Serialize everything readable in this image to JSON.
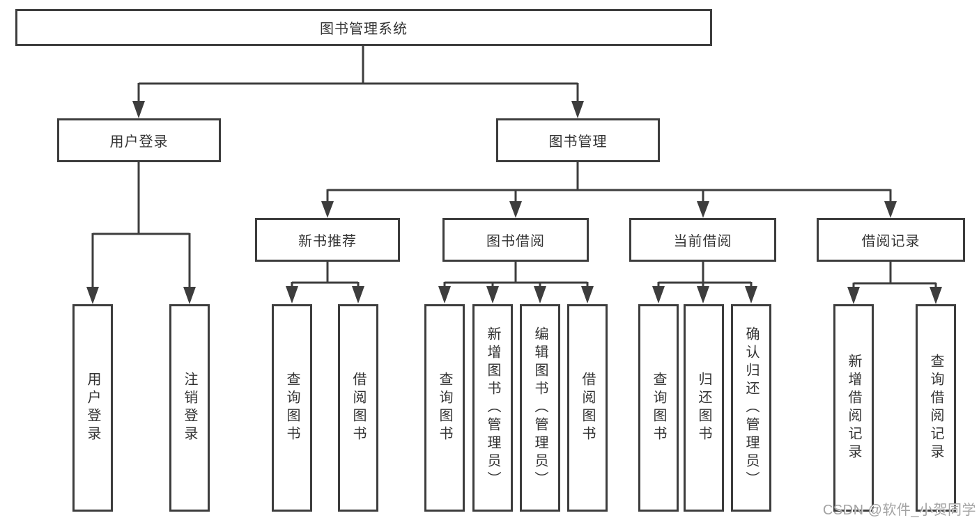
{
  "colors": {
    "background": "#ffffff",
    "line": "#3d3d3d",
    "box_border": "#3d3d3d",
    "text": "#333333",
    "watermark": "#a3a3a3"
  },
  "diagram": {
    "root": {
      "label": "图书管理系统"
    },
    "level2": [
      {
        "id": "user-login",
        "label": "用户登录"
      },
      {
        "id": "book-management",
        "label": "图书管理"
      }
    ],
    "level3": [
      {
        "id": "new-book-recommend",
        "label": "新书推荐",
        "parent": "图书管理"
      },
      {
        "id": "book-borrow",
        "label": "图书借阅",
        "parent": "图书管理"
      },
      {
        "id": "current-borrow",
        "label": "当前借阅",
        "parent": "图书管理"
      },
      {
        "id": "borrow-records",
        "label": "借阅记录",
        "parent": "图书管理"
      }
    ],
    "leaves": [
      {
        "id": "user-login",
        "label": "用户登录",
        "parent": "用户登录"
      },
      {
        "id": "logout",
        "label": "注销登录",
        "parent": "用户登录"
      },
      {
        "id": "query-books-recommend",
        "label": "查询图书",
        "parent": "新书推荐"
      },
      {
        "id": "borrow-books-recommend",
        "label": "借阅图书",
        "parent": "新书推荐"
      },
      {
        "id": "query-books-borrow",
        "label": "查询图书",
        "parent": "图书借阅"
      },
      {
        "id": "add-book-admin",
        "label": "新增图书（管理员）",
        "parent": "图书借阅"
      },
      {
        "id": "edit-book-admin",
        "label": "编辑图书（管理员）",
        "parent": "图书借阅"
      },
      {
        "id": "borrow-books",
        "label": "借阅图书",
        "parent": "图书借阅"
      },
      {
        "id": "query-books-current",
        "label": "查询图书",
        "parent": "当前借阅"
      },
      {
        "id": "return-book",
        "label": "归还图书",
        "parent": "当前借阅"
      },
      {
        "id": "confirm-return-admin",
        "label": "确认归还（管理员）",
        "parent": "当前借阅"
      },
      {
        "id": "add-borrow-record",
        "label": "新增借阅记录",
        "parent": "借阅记录"
      },
      {
        "id": "query-borrow-record",
        "label": "查询借阅记录",
        "parent": "借阅记录"
      }
    ]
  },
  "watermark": {
    "text": "CSDN @软件_小贺同学"
  }
}
